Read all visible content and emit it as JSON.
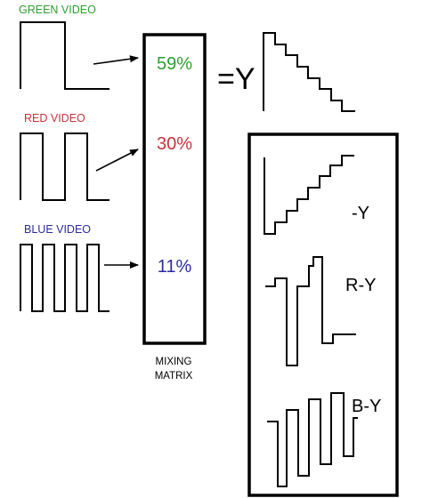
{
  "inputs": {
    "green": {
      "label": "GREEN VIDEO",
      "color": "#2e9e2e"
    },
    "red": {
      "label": "RED VIDEO",
      "color": "#c8323c"
    },
    "blue": {
      "label": "BLUE VIDEO",
      "color": "#2c2c9a"
    }
  },
  "matrix": {
    "green_pct": "59%",
    "red_pct": "30%",
    "blue_pct": "11%",
    "caption_line1": "MIXING",
    "caption_line2": "MATRIX"
  },
  "output": {
    "y_label": "=Y",
    "neg_y_label": "-Y",
    "r_y_label": "R-Y",
    "b_y_label": "B-Y"
  },
  "colors": {
    "text": "#000000",
    "lines": "#000000"
  }
}
